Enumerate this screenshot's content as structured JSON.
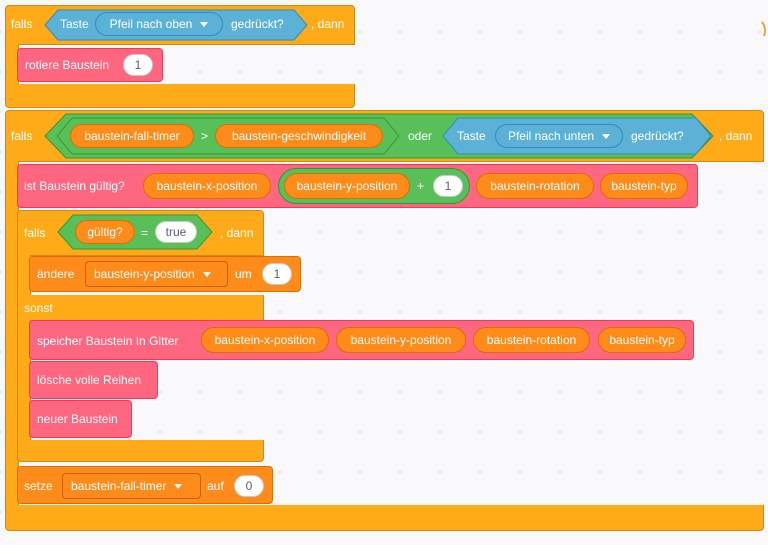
{
  "block1": {
    "if_label": "falls",
    "sensing_taste": "Taste",
    "key_dropdown": "Pfeil nach oben",
    "sensing_pressed": "gedrückt?",
    "then_label": ", dann",
    "rotate_label": "rotiere Baustein",
    "rotate_value": "1"
  },
  "block2": {
    "if_label": "falls",
    "var_fall_timer": "baustein-fall-timer",
    "gt_op": ">",
    "var_speed": "baustein-geschwindigkeit",
    "or_label": "oder",
    "sensing_taste": "Taste",
    "key_dropdown": "Pfeil nach unten",
    "sensing_pressed": "gedrückt?",
    "then_label": ", dann",
    "valid_label": "ist Baustein gültig?",
    "var_x": "baustein-x-position",
    "var_y": "baustein-y-position",
    "plus_op": "+",
    "plus_value": "1",
    "var_rotation": "baustein-rotation",
    "var_type": "baustein-typ",
    "inner_if_label": "falls",
    "valid_reporter": "gültig?",
    "eq_op": "=",
    "eq_value": "true",
    "inner_then_label": ", dann",
    "change_label": "ändere",
    "change_var": "baustein-y-position",
    "change_by": "um",
    "change_value": "1",
    "else_label": "sonst",
    "store_label": "speicher Baustein In Gitter",
    "store_x": "baustein-x-position",
    "store_y": "baustein-y-position",
    "store_rotation": "baustein-rotation",
    "store_type": "baustein-typ",
    "clear_rows": "lösche volle Reihen",
    "new_block": "neuer Baustein",
    "set_label": "setze",
    "set_var": "baustein-fall-timer",
    "set_to": "auf",
    "set_value": "0"
  },
  "colors": {
    "control": "#ffab19",
    "operators": "#59c059",
    "sensing": "#5cb1d6",
    "variables": "#ff8c1a",
    "my_blocks": "#ff6680"
  }
}
